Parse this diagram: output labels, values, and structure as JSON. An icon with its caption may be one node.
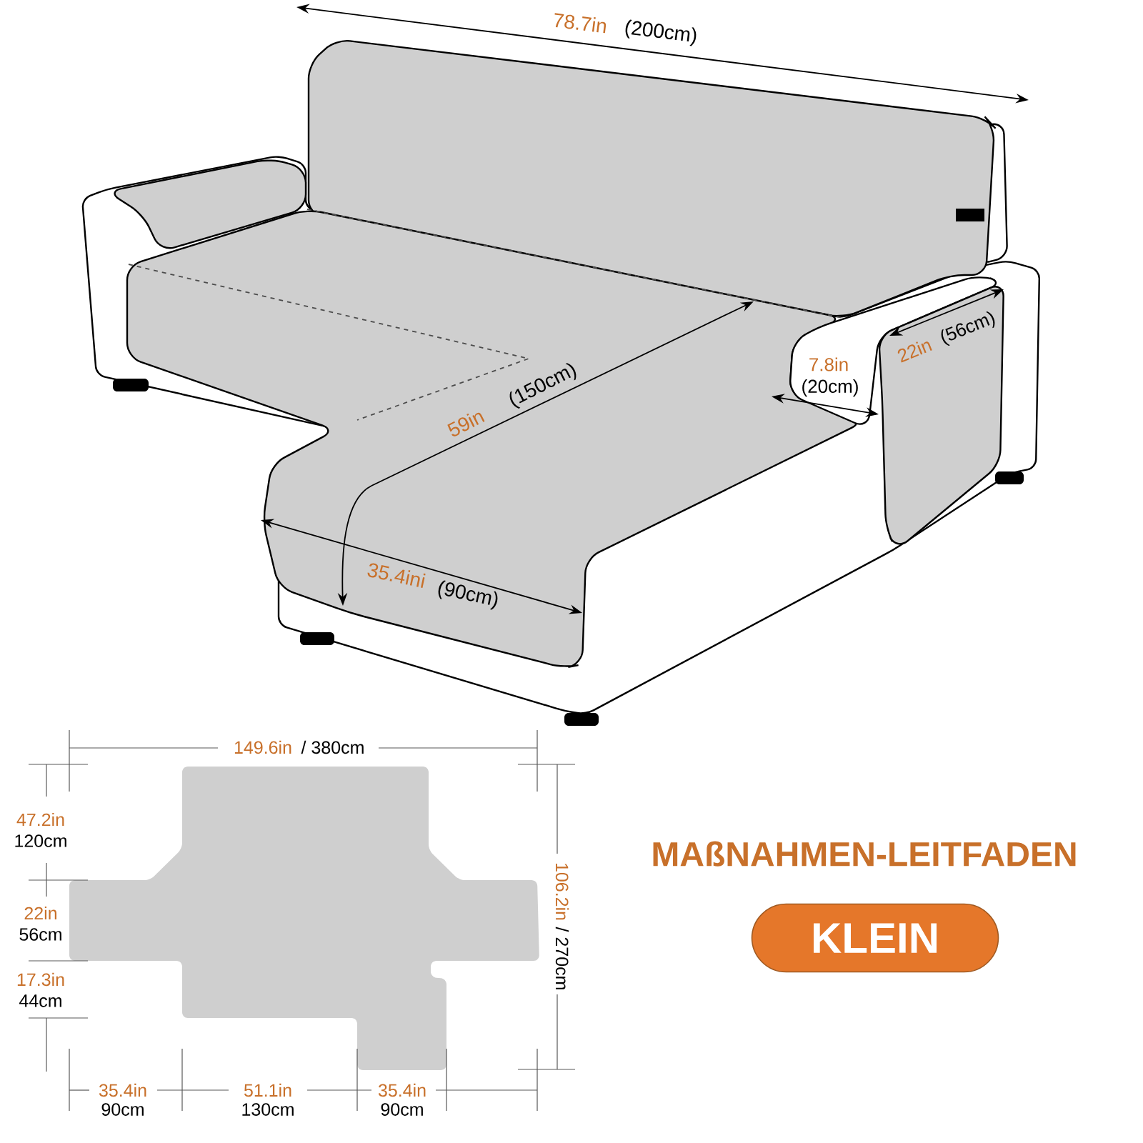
{
  "diagram": {
    "title": "MAßNAHMEN-LEITFADEN",
    "nodes": [
      {
        "text": [
          "KLEIN"
        ]
      }
    ],
    "labels": [
      "78.7in",
      "(200cm)",
      "59in",
      "(150cm)",
      "7.8in",
      "(20cm)",
      "22in",
      "(56cm)",
      "35.4ini",
      "(90cm)",
      "149.6in",
      "/ 380cm",
      "47.2in",
      "120cm",
      "22in",
      "56cm",
      "17.3in",
      "44cm",
      "106.2in",
      "/ 270cm",
      "35.4in",
      "90cm",
      "51.1in",
      "130cm",
      "35.4in",
      "90cm"
    ]
  }
}
